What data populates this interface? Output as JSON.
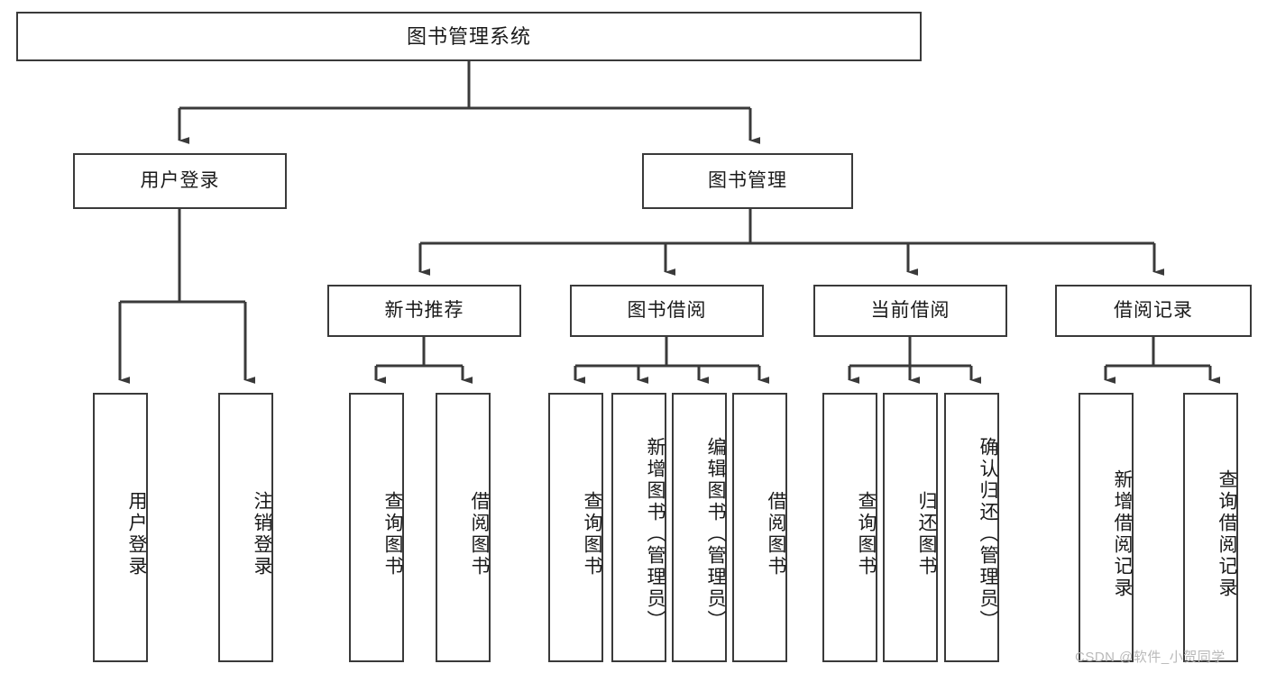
{
  "diagram": {
    "type": "hierarchy-tree",
    "title": "图书管理系统",
    "watermark": "CSDN @软件_小贺同学",
    "colors": {
      "stroke": "#3a3a3a",
      "fill": "#ffffff",
      "text": "#1a1a1a",
      "watermark": "#b9b9b9"
    },
    "nodes": {
      "root": {
        "label": "图书管理系统"
      },
      "level1": [
        {
          "id": "user-login",
          "label": "用户登录"
        },
        {
          "id": "book-manage",
          "label": "图书管理"
        }
      ],
      "level2": [
        {
          "id": "new-book-recommend",
          "label": "新书推荐"
        },
        {
          "id": "book-borrow",
          "label": "图书借阅"
        },
        {
          "id": "current-borrow",
          "label": "当前借阅"
        },
        {
          "id": "borrow-record",
          "label": "借阅记录"
        }
      ],
      "leaves": {
        "user_login": [
          {
            "id": "leaf-user-login",
            "label": "用户登录"
          },
          {
            "id": "leaf-logout",
            "label": "注销登录"
          }
        ],
        "new_book_recommend": [
          {
            "id": "leaf-query-book-1",
            "label": "查询图书"
          },
          {
            "id": "leaf-borrow-book-1",
            "label": "借阅图书"
          }
        ],
        "book_borrow": [
          {
            "id": "leaf-query-book-2",
            "label": "查询图书"
          },
          {
            "id": "leaf-add-book",
            "label": "新增图书（管理员）"
          },
          {
            "id": "leaf-edit-book",
            "label": "编辑图书（管理员）"
          },
          {
            "id": "leaf-borrow-book-2",
            "label": "借阅图书"
          }
        ],
        "current_borrow": [
          {
            "id": "leaf-query-book-3",
            "label": "查询图书"
          },
          {
            "id": "leaf-return-book",
            "label": "归还图书"
          },
          {
            "id": "leaf-confirm-return",
            "label": "确认归还（管理员）"
          }
        ],
        "borrow_record": [
          {
            "id": "leaf-add-record",
            "label": "新增借阅记录"
          },
          {
            "id": "leaf-query-record",
            "label": "查询借阅记录"
          }
        ]
      }
    }
  }
}
